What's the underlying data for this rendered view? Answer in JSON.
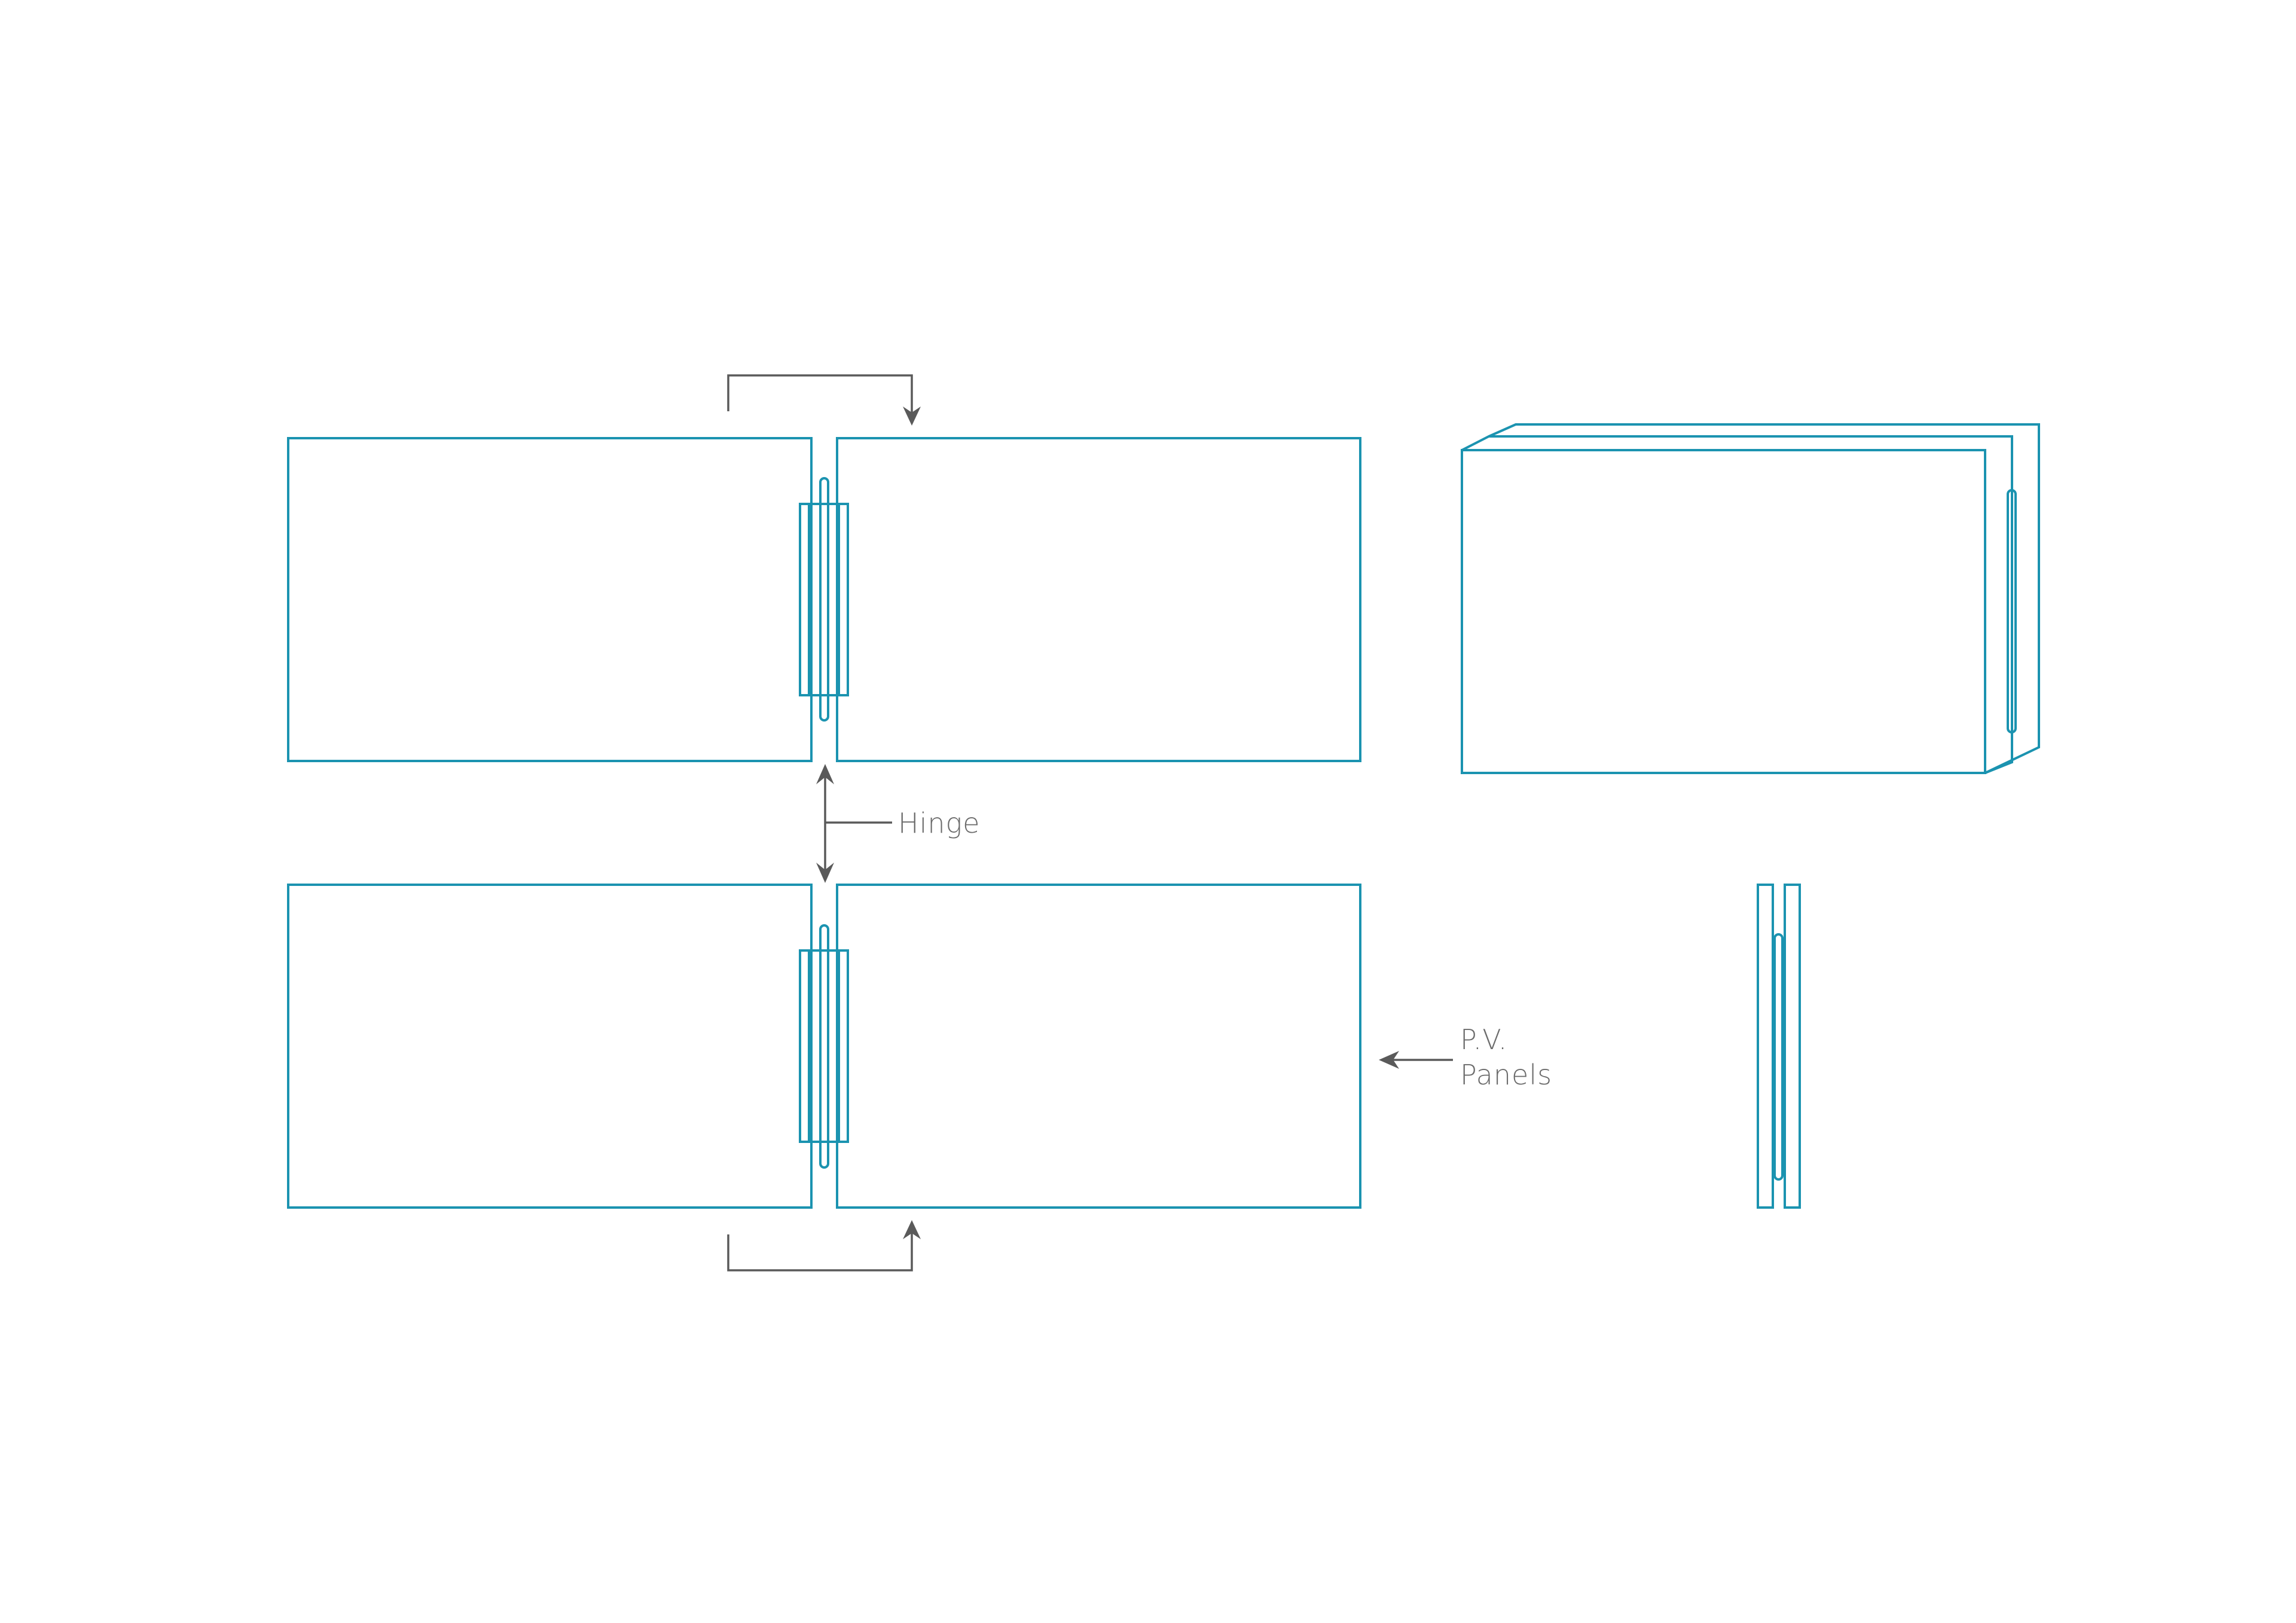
{
  "colors": {
    "line": "#1b93b0",
    "annotation": "#5a5a5a",
    "label": "#6b6b6b",
    "background": "#ffffff"
  },
  "labels": {
    "hinge": "Hinge",
    "pv_line1": "P.V.",
    "pv_line2": "Panels"
  }
}
